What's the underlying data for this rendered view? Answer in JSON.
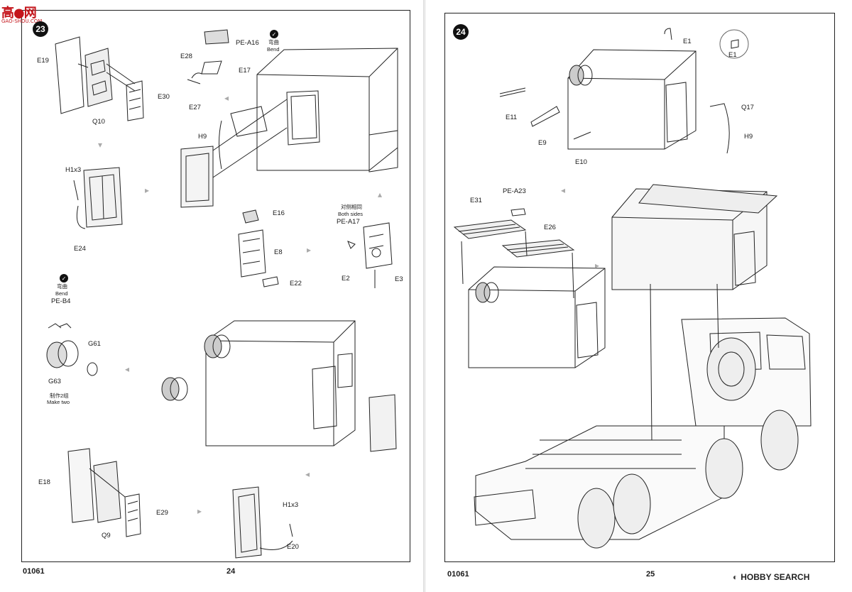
{
  "watermark": {
    "logo_text": "高●网",
    "logo_sub": "GAO-SHOU.COM",
    "right_brand": "HOBBY SEARCH",
    "right_icon": "hobby-search-icon"
  },
  "left_page": {
    "step": "23",
    "footer_code": "01061",
    "page_number": "24",
    "labels": {
      "e19": "E19",
      "e30": "E30",
      "q10": "Q10",
      "pe_a16": "PE-A16",
      "bend_cn_1": "弯曲",
      "bend_en_1": "Bend",
      "e28": "E28",
      "e17": "E17",
      "e27": "E27",
      "h9": "H9",
      "h1x3_a": "H1x3",
      "e24": "E24",
      "e16": "E16",
      "e8": "E8",
      "e22": "E22",
      "both_cn": "对侧相同",
      "both_en": "Both sides",
      "pe_a17": "PE-A17",
      "e2": "E2",
      "e3": "E3",
      "bend_cn_2": "弯曲",
      "bend_en_2": "Bend",
      "pe_b4": "PE-B4",
      "g61": "G61",
      "g63": "G63",
      "make_cn": "制作2组",
      "make_en": "Make two",
      "e18": "E18",
      "e29": "E29",
      "q9": "Q9",
      "h1x3_b": "H1x3",
      "e20": "E20"
    }
  },
  "right_page": {
    "step": "24",
    "footer_code": "01061",
    "page_number": "25",
    "labels": {
      "e1": "E1",
      "e1_callout": "E1",
      "e11": "E11",
      "q17": "Q17",
      "e9": "E9",
      "h9": "H9",
      "e10": "E10",
      "pe_a23": "PE-A23",
      "e31": "E31",
      "e26": "E26"
    }
  },
  "icons": {
    "bend": "checkmark-circle-icon",
    "flow_arrow": "chevron-arrow-icon"
  }
}
